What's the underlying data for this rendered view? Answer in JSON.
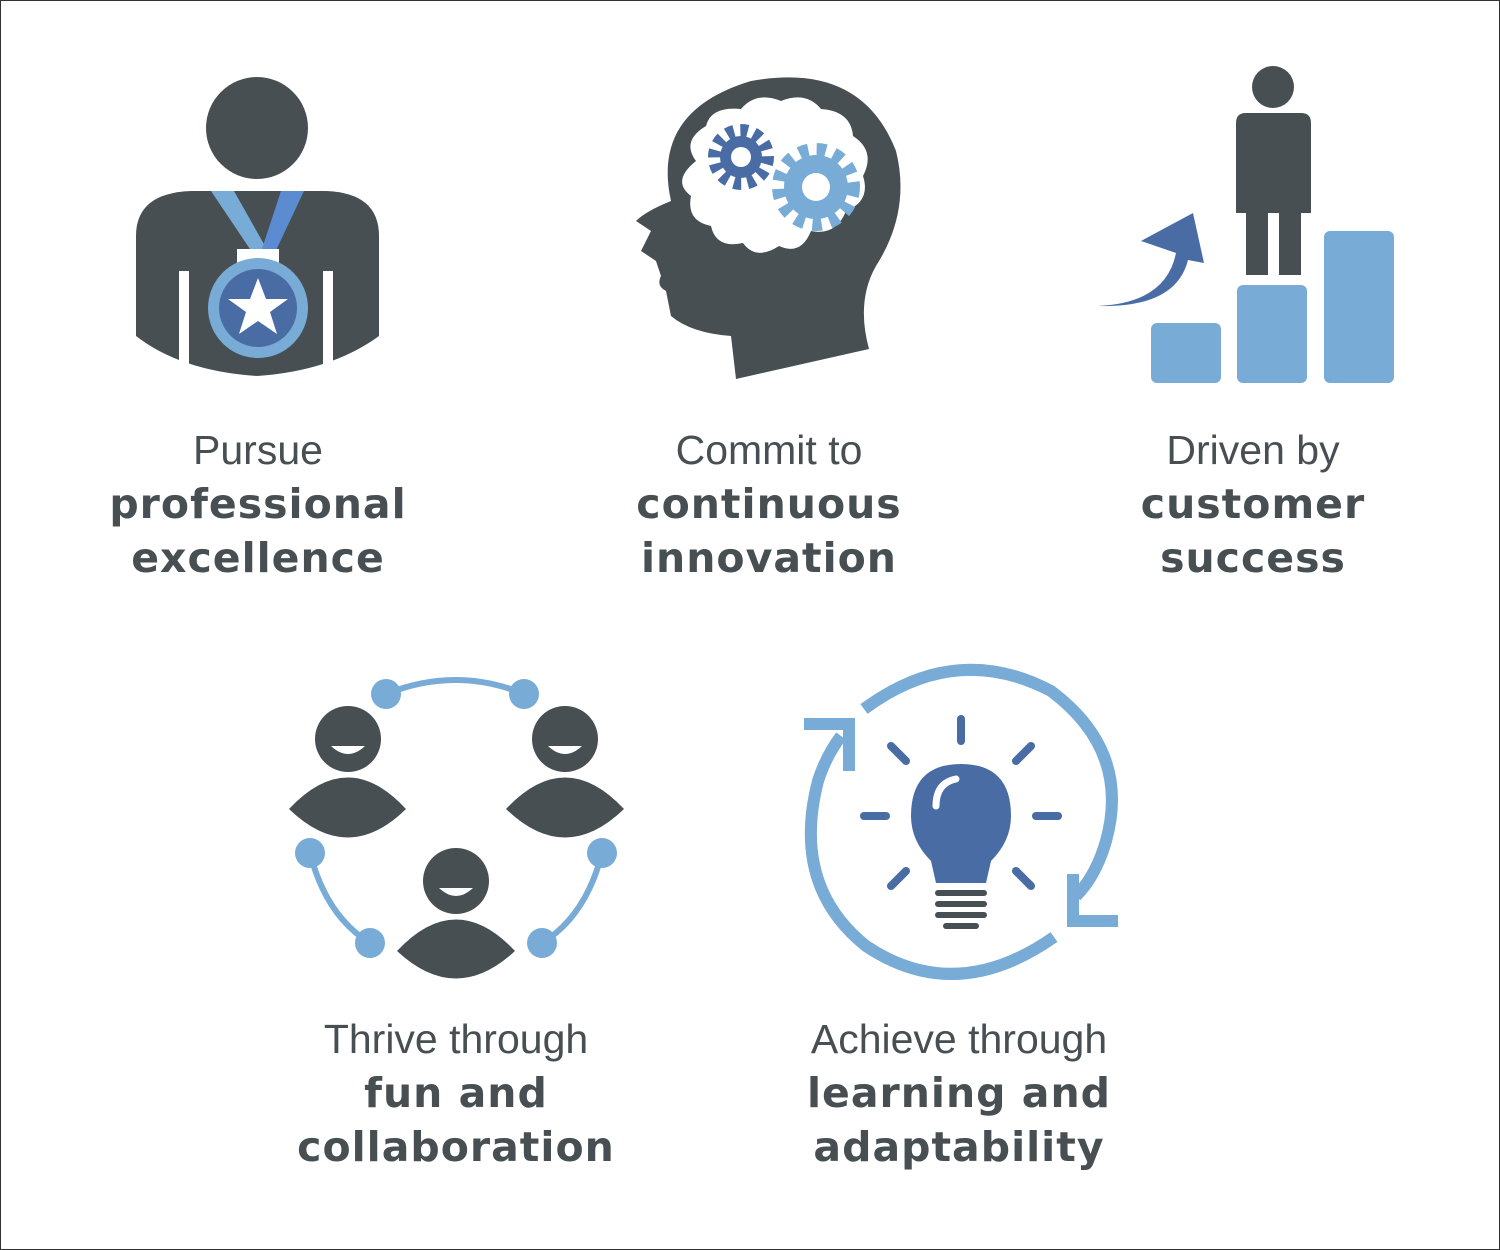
{
  "colors": {
    "dark": "#474f52",
    "light_blue": "#78acd6",
    "mid_blue": "#4a6ca5",
    "ribbon_blue": "#5b8bd0"
  },
  "values": [
    {
      "icon": "medal-person-icon",
      "line1": "Pursue",
      "line2": "professional",
      "line3": "excellence"
    },
    {
      "icon": "brain-gears-icon",
      "line1": "Commit to",
      "line2": "continuous",
      "line3": "innovation"
    },
    {
      "icon": "growth-steps-icon",
      "line1": "Driven by",
      "line2": "customer",
      "line3": "success"
    },
    {
      "icon": "team-circle-icon",
      "line1": "Thrive through",
      "line2": "fun and",
      "line3": "collaboration"
    },
    {
      "icon": "lightbulb-cycle-icon",
      "line1": "Achieve through",
      "line2": "learning and",
      "line3": "adaptability"
    }
  ]
}
